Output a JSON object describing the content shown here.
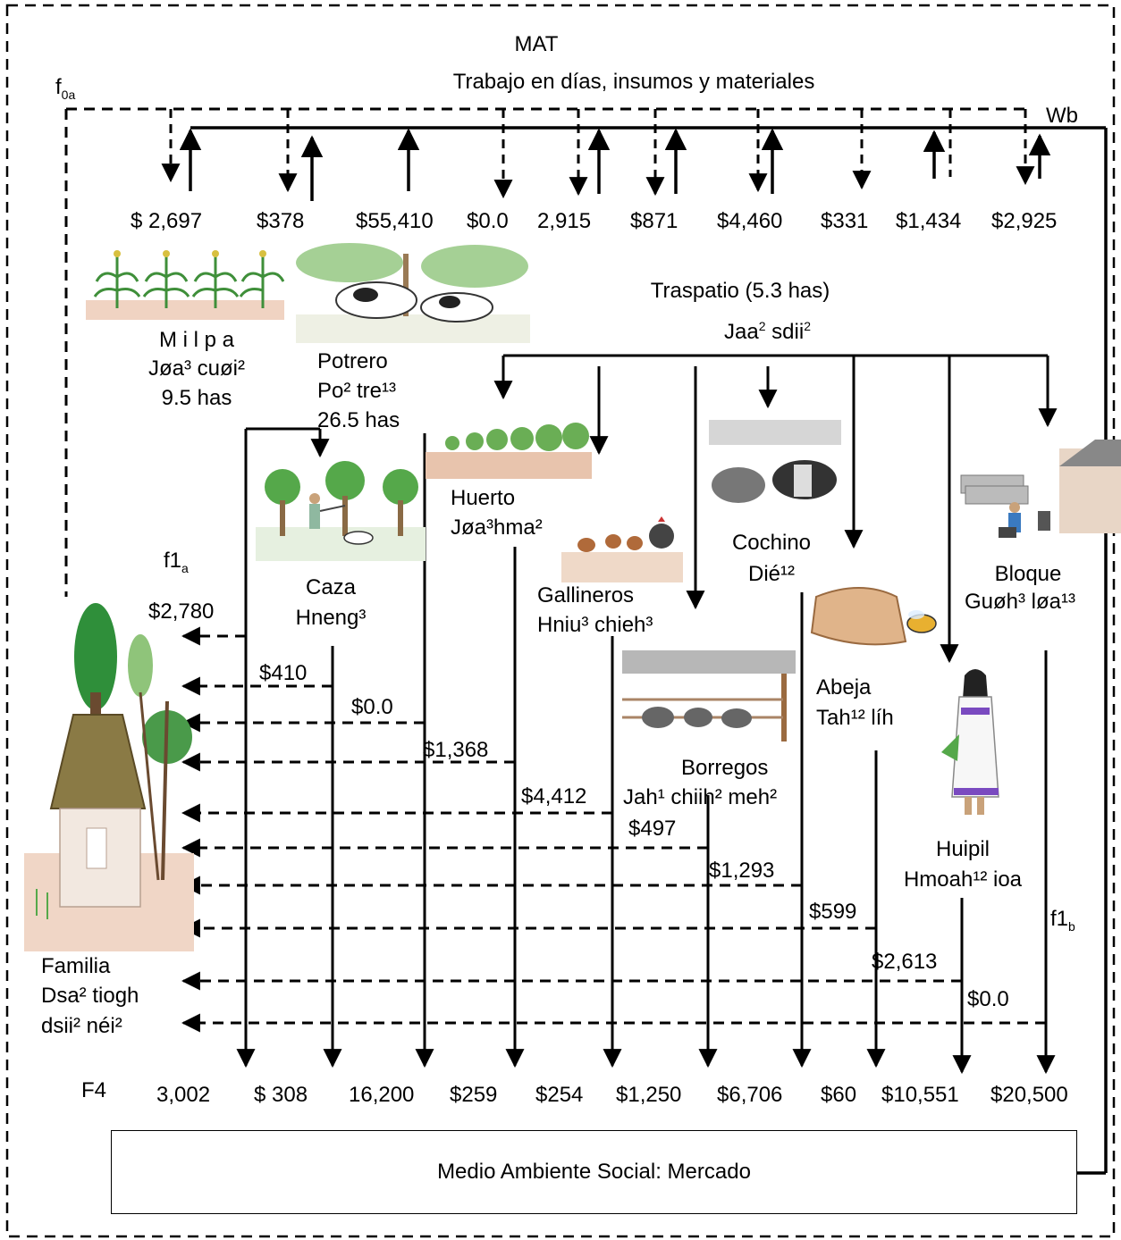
{
  "title": "MAT",
  "subtitle": "Trabajo en días, insumos y materiales",
  "flows": {
    "f0a_base": "f",
    "f0a_sub": "0a",
    "wb": "Wb",
    "f1a_base": "f1",
    "f1a_sub": "a",
    "f1b_base": "f1",
    "f1b_sub": "b",
    "f4": "F4"
  },
  "top_values": [
    "$ 2,697",
    "$378",
    "$55,410",
    "$0.0",
    "2,915",
    "$871",
    "$4,460",
    "$331",
    "$1,434",
    "$2,925"
  ],
  "traspatio": {
    "title": "Traspatio (5.3 has)",
    "local_base": "Jaa",
    "local_sup": "2",
    "local_rest": " sdii",
    "local_sup2": "2"
  },
  "activities": {
    "milpa": {
      "name": "M i l p a",
      "local": "Jøa³ cuøi²",
      "area": "9.5 has"
    },
    "potrero": {
      "name": "Potrero",
      "local": "Po² tre¹³",
      "area": "26.5 has"
    },
    "caza": {
      "name": "Caza",
      "local": "Hneng³"
    },
    "huerto": {
      "name": "Huerto",
      "local": "Jøa³hma²"
    },
    "gallineros": {
      "name": "Gallineros",
      "local": "Hniu³ chieh³"
    },
    "cochino": {
      "name": "Cochino",
      "local": "Dié¹²"
    },
    "borregos": {
      "name": "Borregos",
      "local": "Jah¹ chiih² meh²"
    },
    "abeja": {
      "name": "Abeja",
      "local": "Tah¹² líh"
    },
    "huipil": {
      "name": "Huipil",
      "local": "Hmoah¹² ioa"
    },
    "bloque": {
      "name": "Bloque",
      "local": "Guøh³ løa¹³"
    },
    "familia": {
      "name": "Familia",
      "local1": "Dsa² tiogh",
      "local2": "dsii² néi²"
    }
  },
  "family_values": [
    "$2,780",
    "$410",
    "$0.0",
    "$1,368",
    "$4,412",
    "$497",
    "$1,293",
    "$599",
    "$2,613",
    "$0.0"
  ],
  "bottom_values": [
    "3,002",
    "$ 308",
    "16,200",
    "$259",
    "$254",
    "$1,250",
    "$6,706",
    "$60",
    "$10,551",
    "$20,500"
  ],
  "market": "Medio Ambiente Social: Mercado",
  "colors": {
    "line": "#000000",
    "plant_green": "#3f8f3a",
    "earth": "#e8c9b5",
    "roof": "#7b6a3c"
  }
}
